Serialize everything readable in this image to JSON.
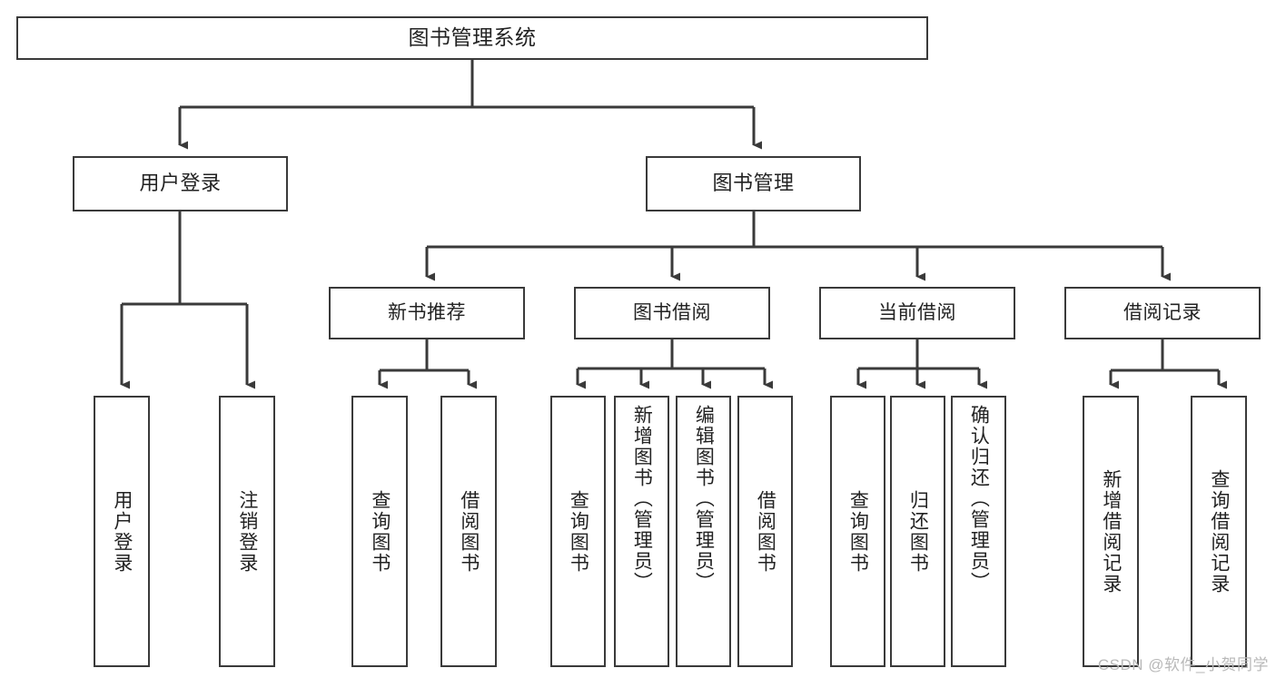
{
  "diagram": {
    "title": "图书管理系统",
    "type": "tree-hierarchy",
    "watermark": "CSDN @软件_小贺同学",
    "colors": {
      "box_border": "#3a3a3a",
      "box_fill": "#ffffff",
      "connector": "#3a3a3a",
      "text": "#222222",
      "watermark": "#b9b9b9"
    },
    "root": {
      "label": "图书管理系统"
    },
    "level1": [
      {
        "label": "用户登录"
      },
      {
        "label": "图书管理"
      }
    ],
    "level2": [
      {
        "label": "新书推荐"
      },
      {
        "label": "图书借阅"
      },
      {
        "label": "当前借阅"
      },
      {
        "label": "借阅记录"
      }
    ],
    "leaves": {
      "user_login": [
        {
          "label": "用户登录"
        },
        {
          "label": "注销登录"
        }
      ],
      "new_book_recommend": [
        {
          "label": "查询图书"
        },
        {
          "label": "借阅图书"
        }
      ],
      "book_borrow": [
        {
          "label": "查询图书"
        },
        {
          "label": "新增图书（管理员）"
        },
        {
          "label": "编辑图书（管理员）"
        },
        {
          "label": "借阅图书"
        }
      ],
      "current_borrow": [
        {
          "label": "查询图书"
        },
        {
          "label": "归还图书"
        },
        {
          "label": "确认归还（管理员）"
        }
      ],
      "borrow_record": [
        {
          "label": "新增借阅记录"
        },
        {
          "label": "查询借阅记录"
        }
      ]
    }
  }
}
